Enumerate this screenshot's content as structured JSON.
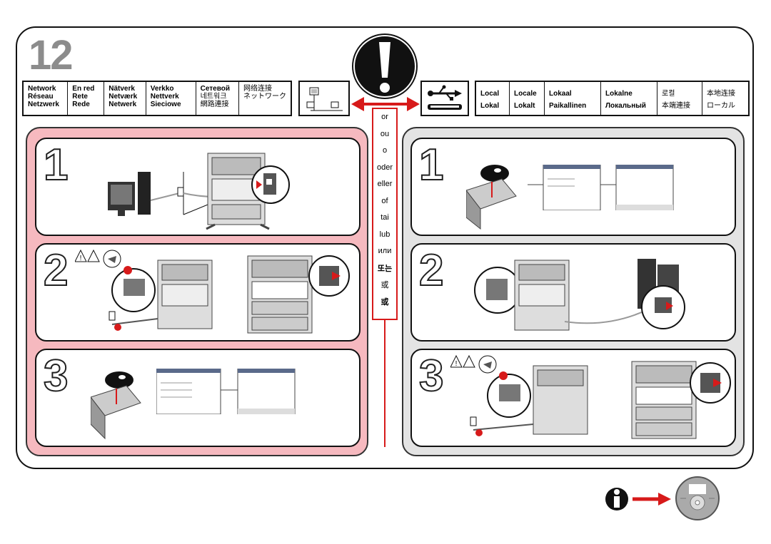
{
  "step_number": "12",
  "network_labels": {
    "col1": [
      "Network",
      "Réseau",
      "Netzwerk"
    ],
    "col2": [
      "En red",
      "Rete",
      "Rede"
    ],
    "col3": [
      "Nätverk",
      "Netværk",
      "Netwerk"
    ],
    "col4": [
      "Verkko",
      "Nettverk",
      "Sieciowe"
    ],
    "col5": [
      "Сетевой",
      "네트워크",
      "網路連接"
    ],
    "col6": [
      "网络连接",
      "ネットワーク"
    ]
  },
  "local_labels": {
    "col1": [
      "Local",
      "Lokal"
    ],
    "col2": [
      "Locale",
      "Lokalt"
    ],
    "col3": [
      "Lokaal",
      "Paikallinen"
    ],
    "col4": [
      "Lokalne",
      "Локальный"
    ],
    "col5": [
      "로컬",
      "本端連接"
    ],
    "col6": [
      "本地连接",
      "ローカル"
    ]
  },
  "or_words": [
    "or",
    "ou",
    "o",
    "oder",
    "eller",
    "of",
    "tai",
    "lub",
    "или",
    "또는",
    "或",
    "或"
  ],
  "network_steps": [
    "1",
    "2",
    "3"
  ],
  "local_steps": [
    "1",
    "2",
    "3"
  ],
  "colors": {
    "network_panel": "#f6b9bf",
    "local_panel": "#e3e3e3",
    "accent_red": "#d71a1a"
  },
  "icons": {
    "warning": "exclamation-icon",
    "network": "network-computers-icon",
    "usb": "usb-icon",
    "info": "info-icon",
    "cd": "cd-icon"
  }
}
